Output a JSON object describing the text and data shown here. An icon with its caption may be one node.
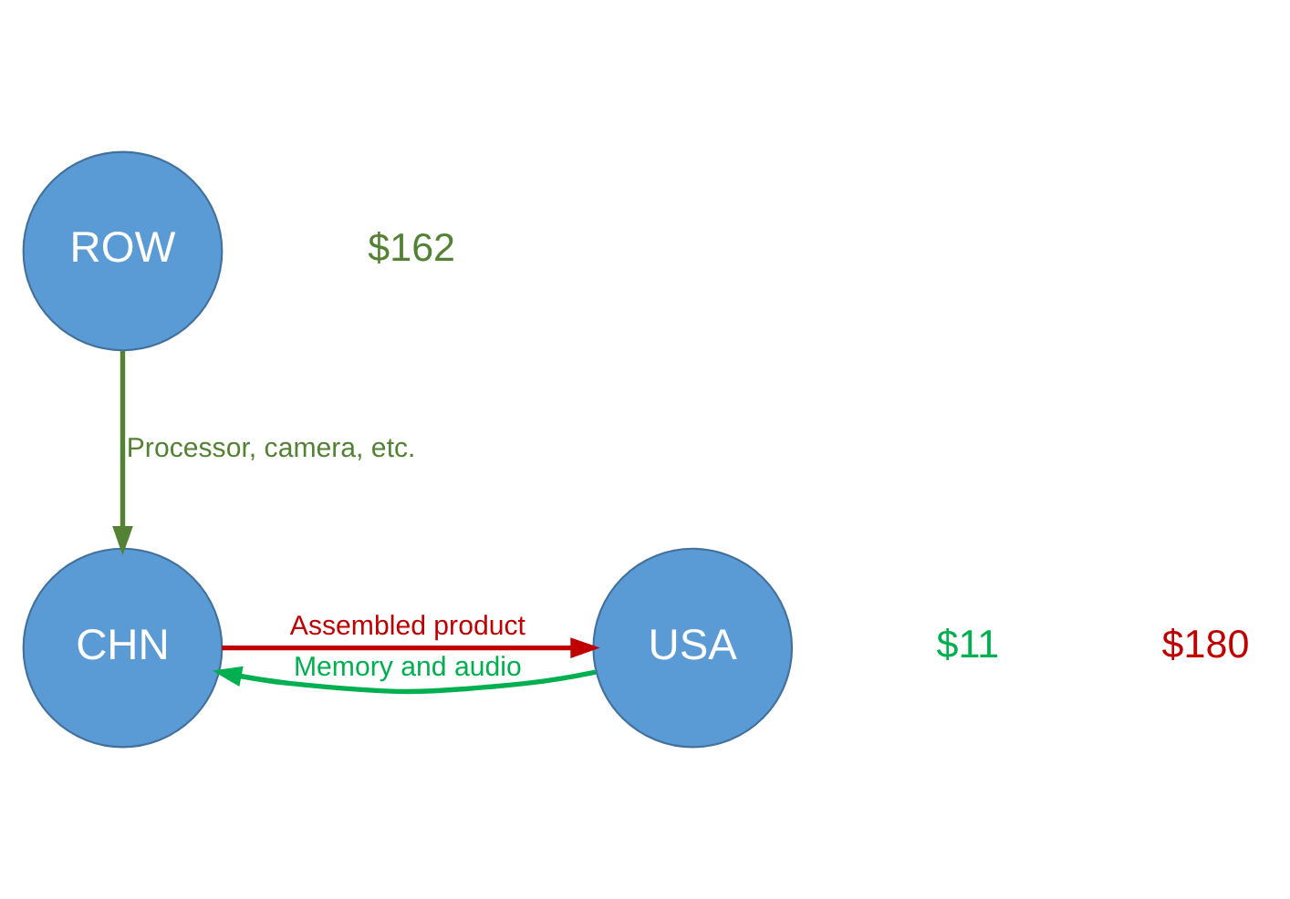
{
  "diagram": {
    "nodes": [
      {
        "text": [
          "ROW"
        ]
      },
      {
        "text": [
          "USA"
        ]
      },
      {
        "text": [
          "CHN"
        ]
      }
    ],
    "edges": [
      {
        "from": 0,
        "to": 2,
        "arrow": "to",
        "label": "Processor, camera, etc.",
        "color": "#548235"
      },
      {
        "from": 1,
        "to": 2,
        "arrow": "to",
        "label": "Memory and audio",
        "color": "#00b050"
      },
      {
        "from": 2,
        "to": 1,
        "arrow": "to",
        "label": "Assembled product",
        "color": "#c00000"
      }
    ],
    "labels": [
      "$162",
      "$11",
      "$180"
    ]
  }
}
